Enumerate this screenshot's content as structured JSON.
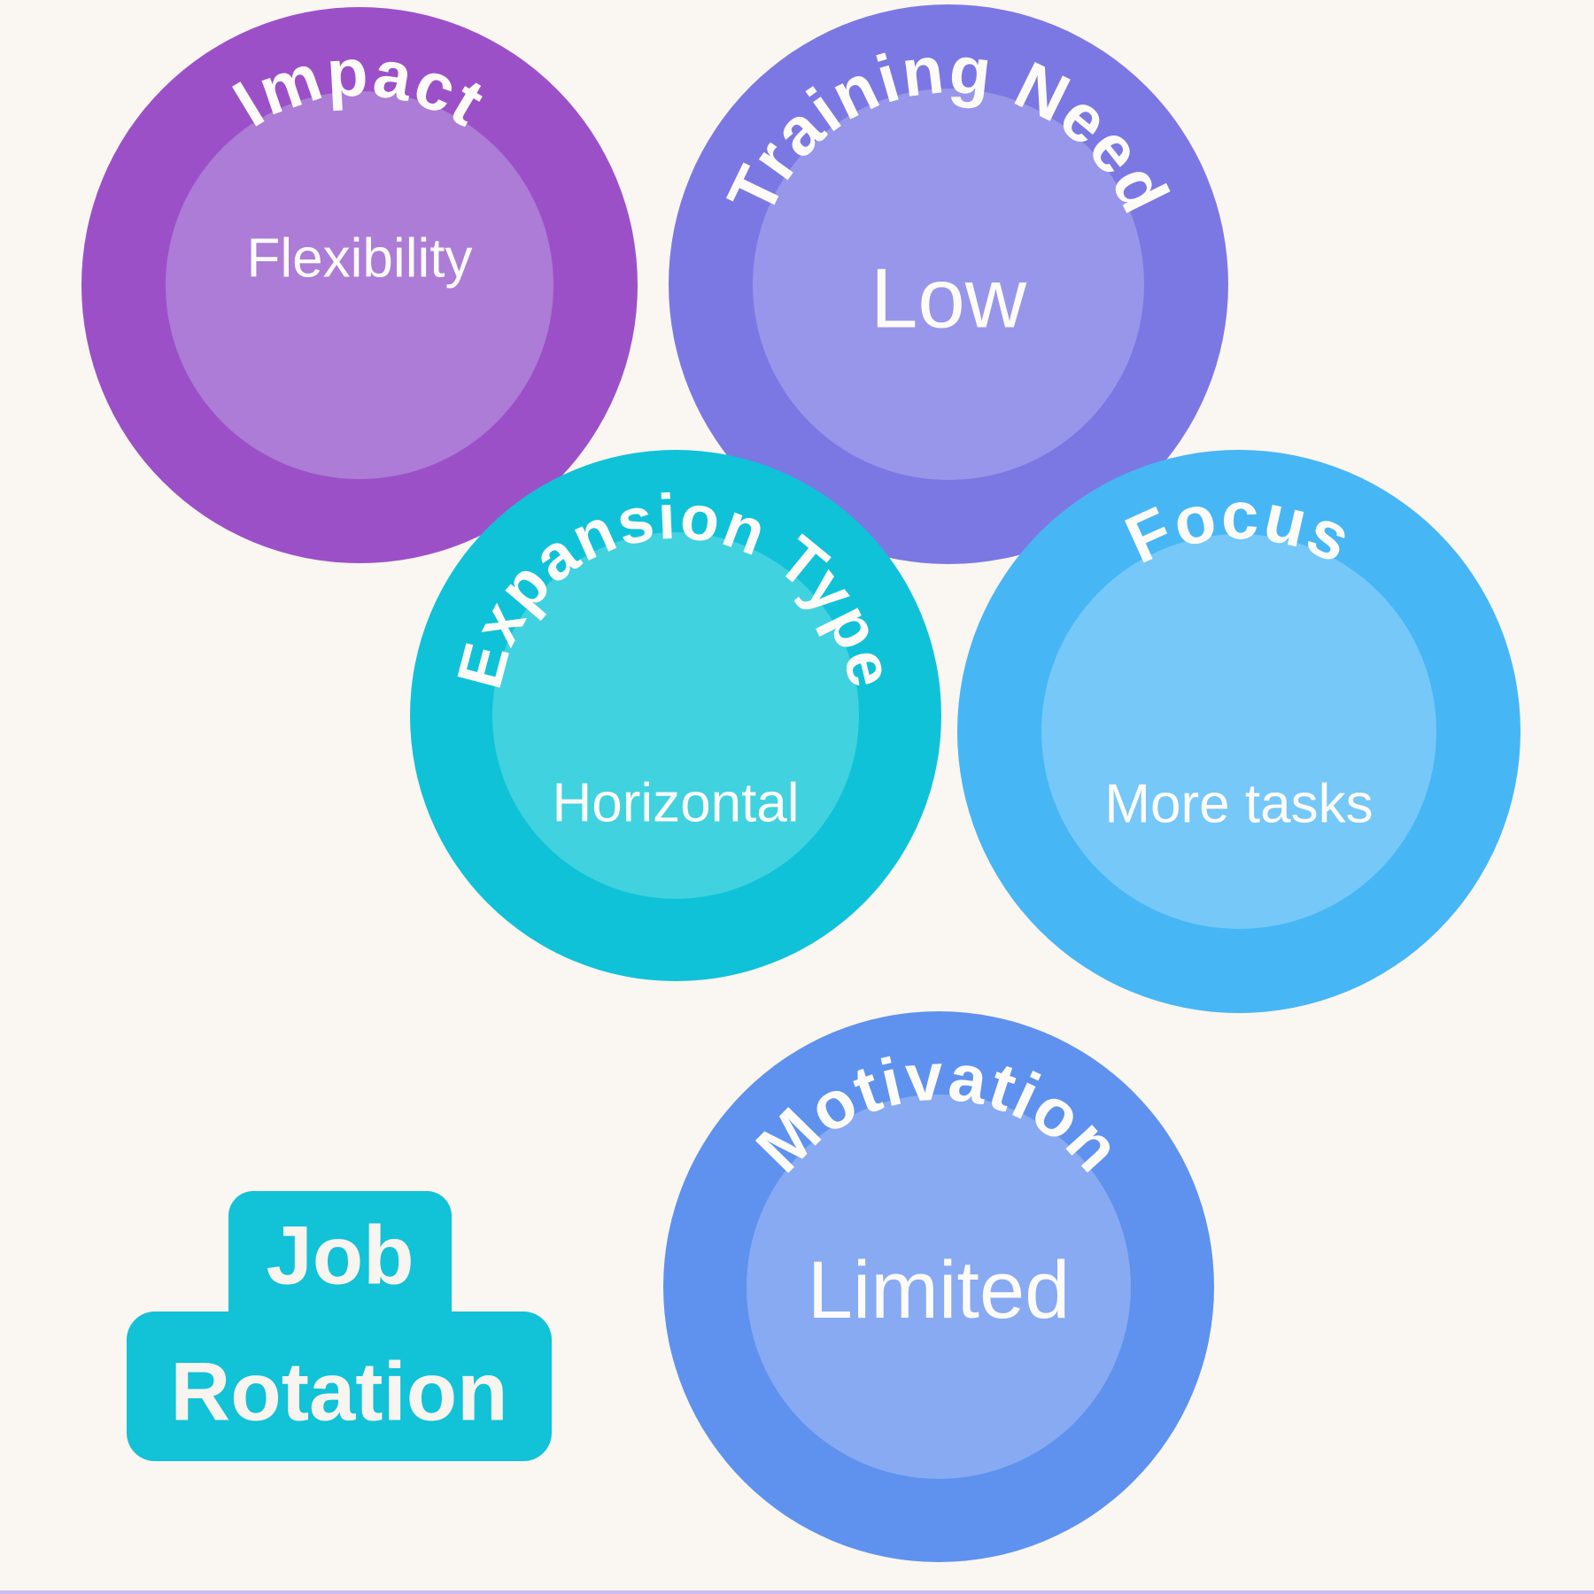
{
  "background_color": "#FAF6F1",
  "bottom_border_color": "#CDBCEC",
  "text_color": "#FDFBF8",
  "badge": {
    "line1": "Job",
    "line2": "Rotation",
    "fill": "#12C2D7",
    "text_color": "#F8F4EF"
  },
  "circles": [
    {
      "id": "impact",
      "ring_label": "Impact",
      "center_label": "Flexibility",
      "outer_color": "#9C50C8",
      "inner_color": "#AC7CD6"
    },
    {
      "id": "training-need",
      "ring_label": "Training Need",
      "center_label": "Low",
      "outer_color": "#7B78E4",
      "inner_color": "#9896EA"
    },
    {
      "id": "expansion-type",
      "ring_label": "Expansion Type",
      "center_label": "Horizontal",
      "outer_color": "#0FC2D8",
      "inner_color": "#40D2DE"
    },
    {
      "id": "focus",
      "ring_label": "Focus",
      "center_label": "More tasks",
      "outer_color": "#47B6F5",
      "inner_color": "#75C8F8"
    },
    {
      "id": "motivation",
      "ring_label": "Motivation",
      "center_label": "Limited",
      "outer_color": "#5E92EE",
      "inner_color": "#87AAF2"
    }
  ]
}
